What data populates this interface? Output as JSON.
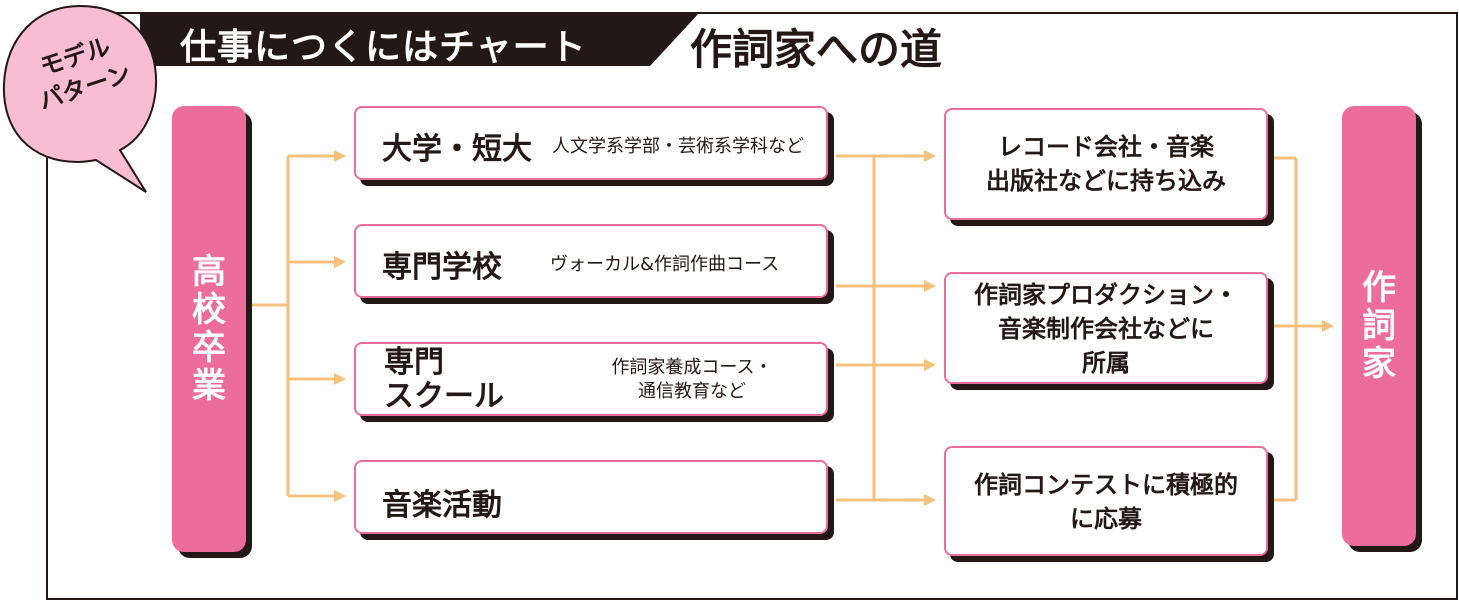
{
  "badge": {
    "line1": "モデル",
    "line2": "パターン"
  },
  "header": {
    "subtitle": "仕事につくにはチャート",
    "title": "作詞家への道"
  },
  "start": {
    "chars": [
      "高",
      "校",
      "卒",
      "業"
    ]
  },
  "paths": [
    {
      "title": "大学・短大",
      "note": "人文学系学部・芸術系学科など"
    },
    {
      "title": "専門学校",
      "note": "ヴォーカル&作詞作曲コース"
    },
    {
      "title1": "専門",
      "title2": "スクール",
      "note1": "作詞家養成コース・",
      "note2": "通信教育など"
    },
    {
      "title": "音楽活動"
    }
  ],
  "actions": [
    {
      "line1": "レコード会社・音楽",
      "line2": "出版社などに持ち込み"
    },
    {
      "line1": "作詞家プロダクション・",
      "line2": "音楽制作会社などに",
      "line3": "所属"
    },
    {
      "line1": "作詞コンテストに積極的",
      "line2": "に応募"
    }
  ],
  "goal": {
    "chars": [
      "作",
      "詞",
      "家"
    ]
  },
  "colors": {
    "pink": "#ec6d9c",
    "arrow": "#f7c17d",
    "dark": "#231815",
    "bubble": "#f8bcd3"
  }
}
